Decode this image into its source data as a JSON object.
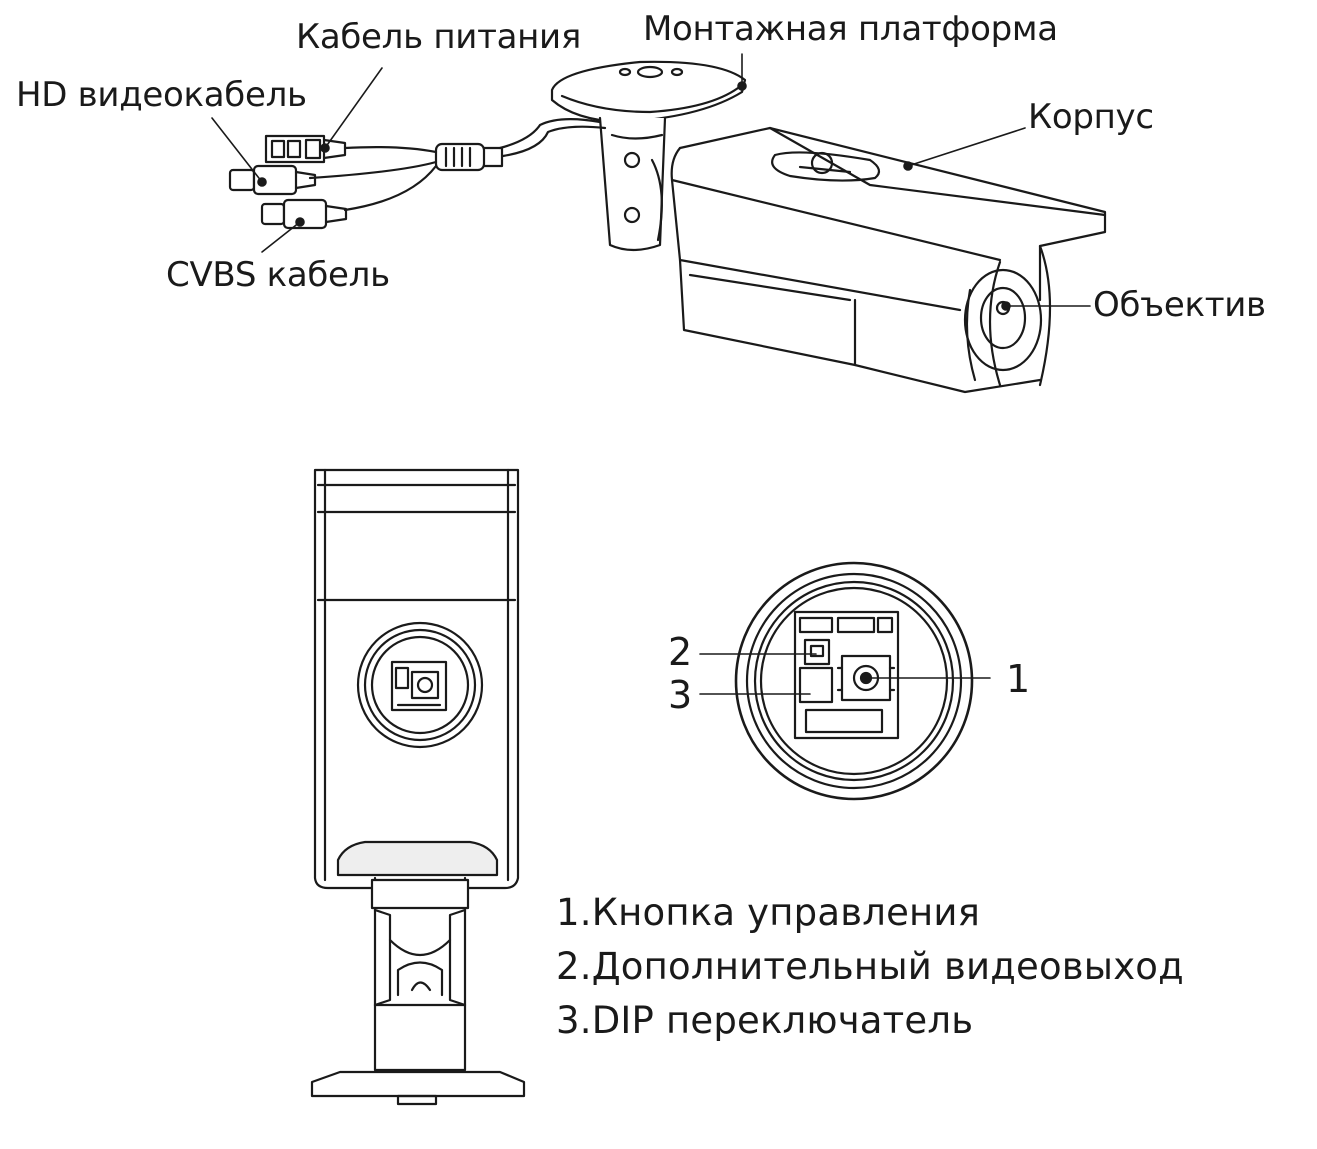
{
  "labels": {
    "power_cable": "Кабель питания",
    "mounting_platform": "Монтажная платформа",
    "hd_video_cable": "HD видеокабель",
    "housing": "Корпус",
    "cvbs_cable": "CVBS кабель",
    "lens": "Объектив"
  },
  "callouts": {
    "n1": "1",
    "n2": "2",
    "n3": "3"
  },
  "legend": [
    "1.Кнопка управления",
    "2.Дополнительный видеовыход",
    "3.DIP переключатель"
  ],
  "colors": {
    "stroke": "#1a1a1a",
    "fill": "#ffffff",
    "shade": "#e6e6e6"
  }
}
